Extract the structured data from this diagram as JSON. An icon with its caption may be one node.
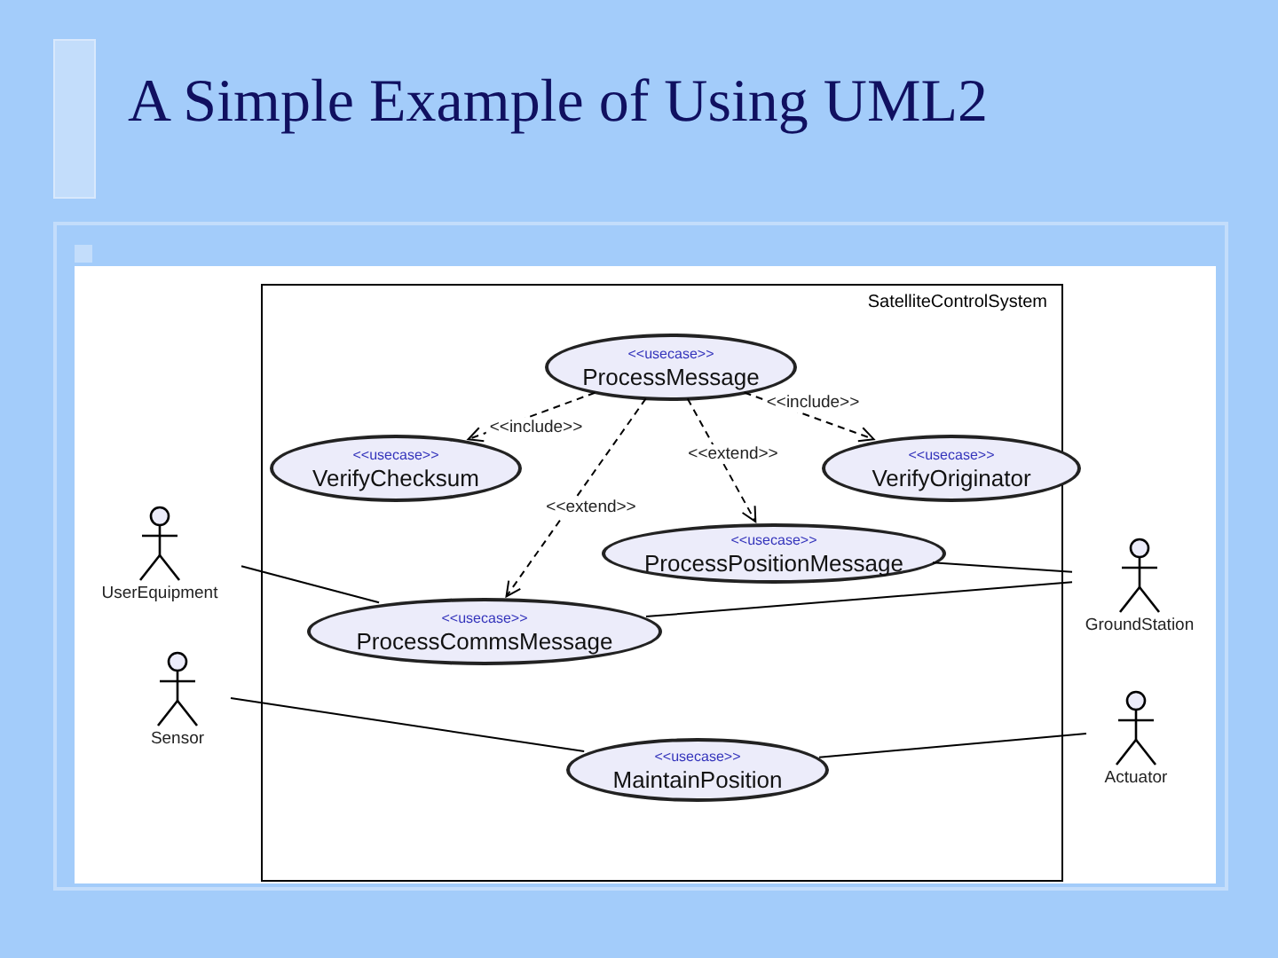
{
  "diagram": {
    "title": "A Simple Example of Using UML2",
    "nodes": [
      {
        "text": [
          "SatelliteControlSystem"
        ]
      },
      {
        "text": [
          "<<usecase>>",
          "ProcessMessage"
        ],
        "in": 0
      },
      {
        "text": [
          "<<usecase>>",
          "VerifyChecksum"
        ],
        "in": 0
      },
      {
        "text": [
          "<<usecase>>",
          "VerifyOriginator"
        ],
        "in": 0
      },
      {
        "text": [
          "<<usecase>>",
          "ProcessPositionMessage"
        ],
        "in": 0
      },
      {
        "text": [
          "<<usecase>>",
          "ProcessCommsMessage"
        ],
        "in": 0
      },
      {
        "text": [
          "<<usecase>>",
          "MaintainPosition"
        ],
        "in": 0
      },
      {
        "text": [
          "UserEquipment"
        ]
      },
      {
        "text": [
          "Sensor"
        ]
      },
      {
        "text": [
          "GroundStation"
        ]
      },
      {
        "text": [
          "Actuator"
        ]
      }
    ],
    "edges": [
      {
        "from": 1,
        "to": 2,
        "arrow": "to",
        "label": "<<include>>",
        "style": "dashed"
      },
      {
        "from": 1,
        "to": 3,
        "arrow": "to",
        "label": "<<include>>",
        "style": "dashed"
      },
      {
        "from": 1,
        "to": 4,
        "arrow": "to",
        "label": "<<extend>>",
        "style": "dashed"
      },
      {
        "from": 1,
        "to": 5,
        "arrow": "to",
        "label": "<<extend>>",
        "style": "dashed"
      },
      {
        "from": 7,
        "to": 5,
        "arrow": "none"
      },
      {
        "from": 9,
        "to": 4,
        "arrow": "none"
      },
      {
        "from": 9,
        "to": 5,
        "arrow": "none"
      },
      {
        "from": 8,
        "to": 6,
        "arrow": "none"
      },
      {
        "from": 10,
        "to": 6,
        "arrow": "none"
      }
    ]
  }
}
